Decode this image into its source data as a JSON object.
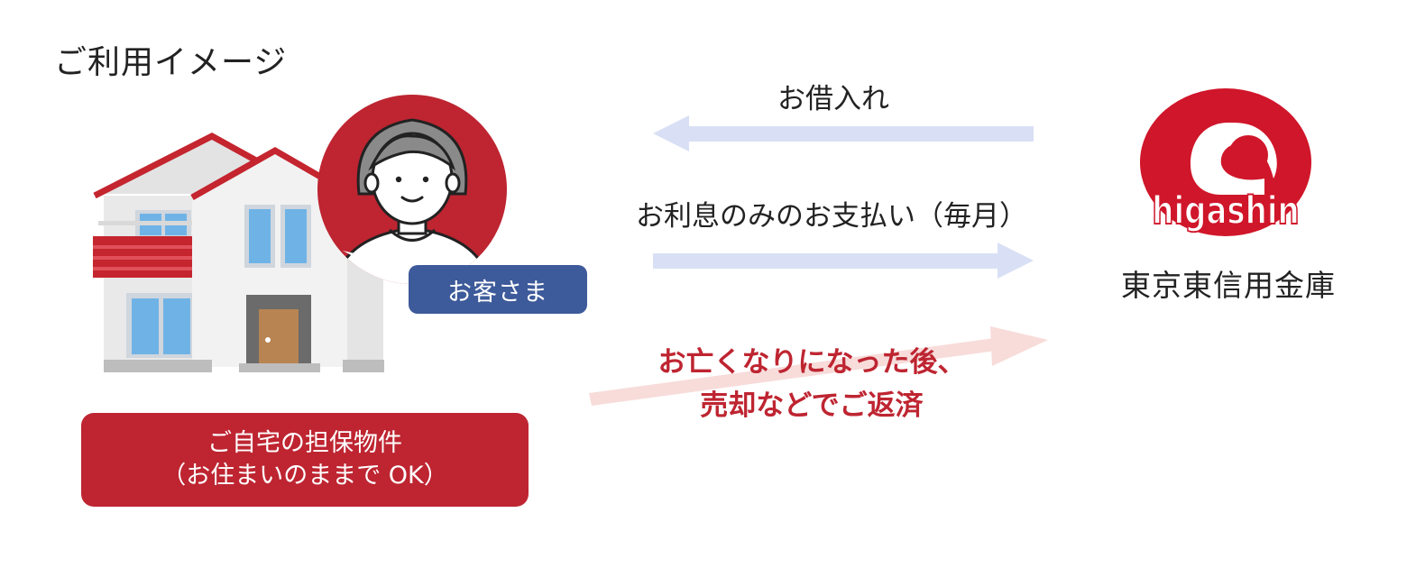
{
  "page": {
    "title": "ご利用イメージ"
  },
  "customer": {
    "badge_label": "お客さま"
  },
  "collateral": {
    "line1": "ご自宅の担保物件",
    "line2": "（お住まいのままで OK）"
  },
  "flows": {
    "borrow_label": "お借入れ",
    "interest_label": "お利息のみのお支払い（毎月）",
    "repay_line1": "お亡くなりになった後、",
    "repay_line2": "売却などでご返済"
  },
  "bank": {
    "logo_text": "higashin",
    "name": "東京東信用金庫"
  },
  "icons": {
    "house": "house-icon",
    "customer": "elderly-woman-avatar-icon",
    "arrow_left": "arrow-left-icon",
    "arrow_right": "arrow-right-icon",
    "arrow_diagonal": "arrow-up-right-icon",
    "bank_logo": "bank-logo-icon"
  },
  "colors": {
    "brand_red": "#BE2531",
    "logo_red": "#D0162A",
    "badge_blue": "#3D5A9A",
    "arrow_light_blue": "#D9E0F5",
    "arrow_light_pink": "#F7DCDA",
    "repay_text_red": "#BE2531"
  }
}
